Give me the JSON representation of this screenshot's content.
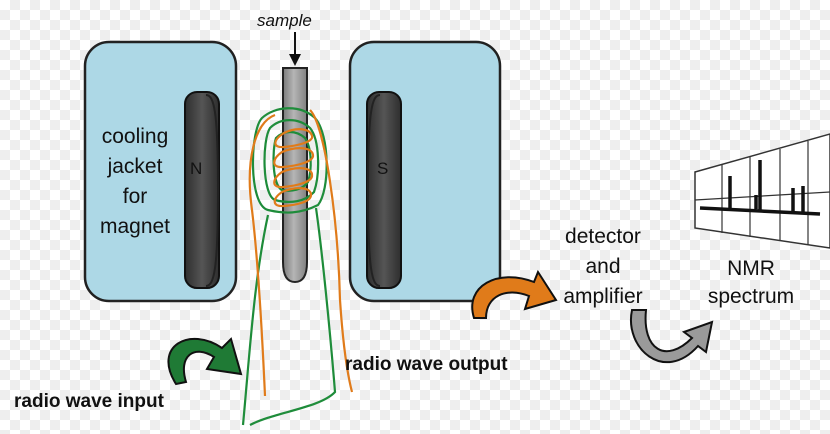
{
  "labels": {
    "sample": "sample",
    "cooling_jacket": [
      "cooling",
      "jacket",
      "for",
      "magnet"
    ],
    "pole_north": "N",
    "pole_south": "S",
    "detector_amplifier": [
      "detector",
      "and",
      "amplifier"
    ],
    "nmr_spectrum": [
      "NMR",
      "spectrum"
    ],
    "radio_wave_input": "radio wave input",
    "radio_wave_output": "radio wave output"
  },
  "colors": {
    "jacket_fill": "#add8e6",
    "magnet_pole": "#404040",
    "sample_tube": "#9a9a9a",
    "coil_input": "#1e8c3a",
    "coil_output": "#e07b1a",
    "arrow_input": "#1f7a35",
    "arrow_output": "#e07b1a",
    "arrow_detector": "#9a9a9a"
  }
}
